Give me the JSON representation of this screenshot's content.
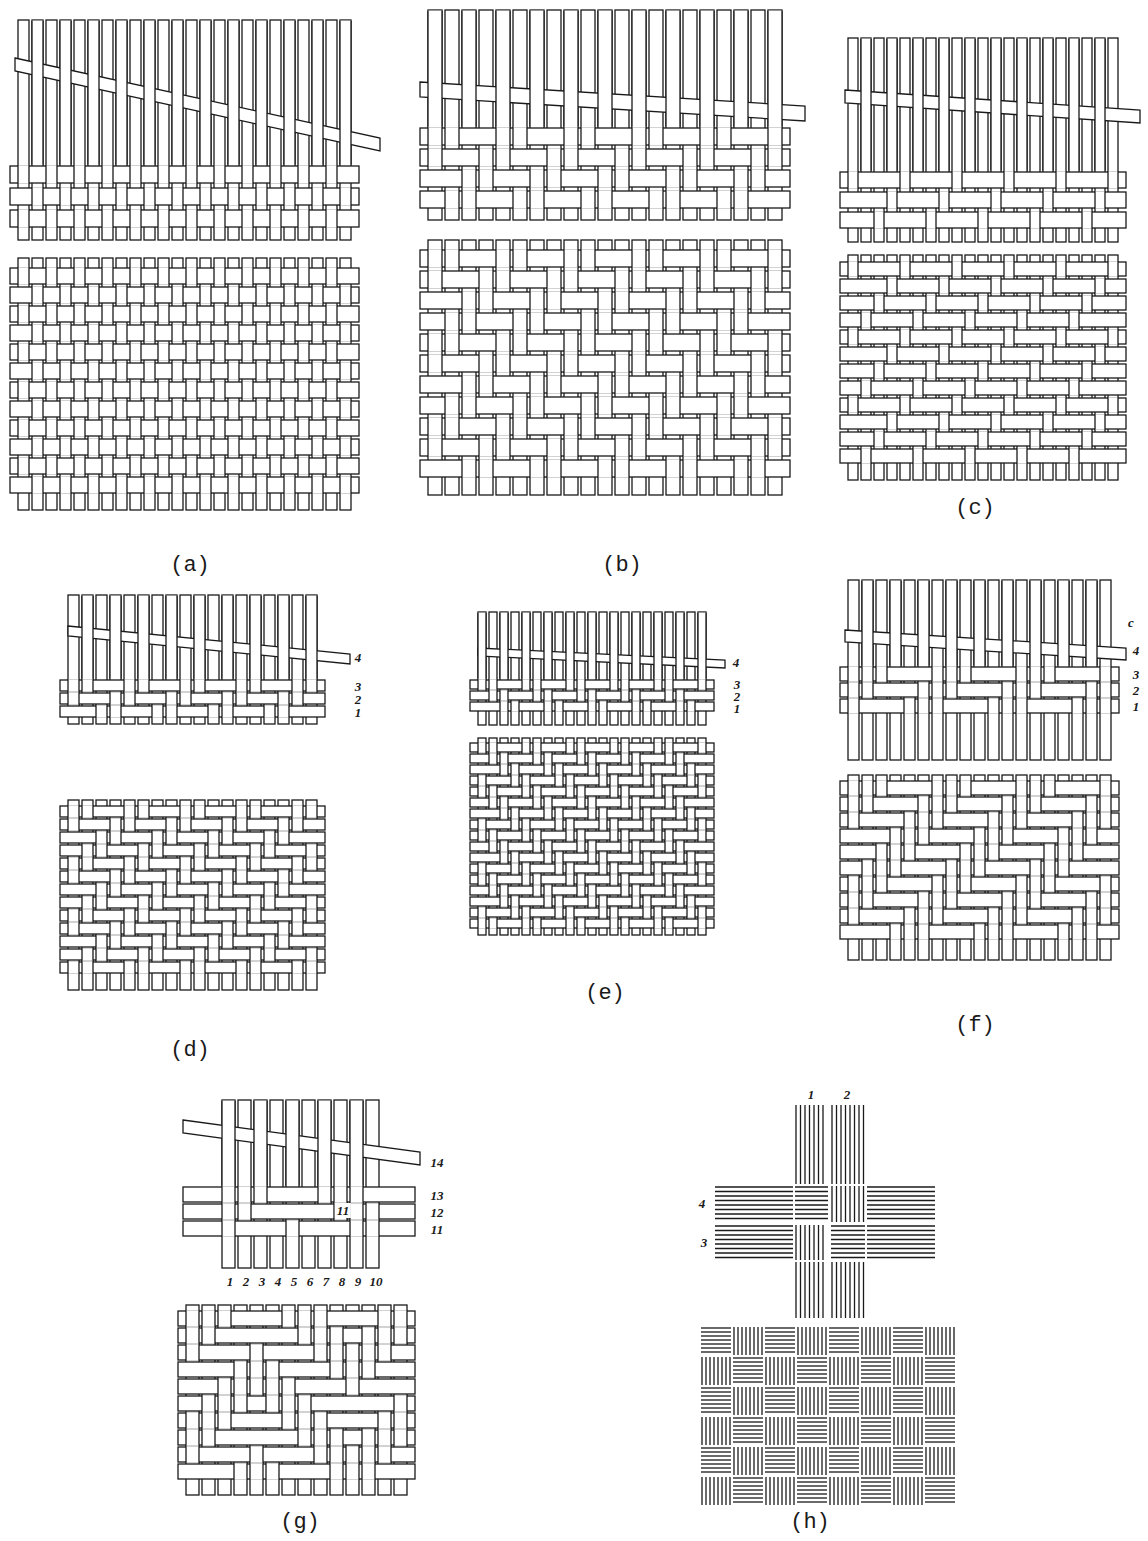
{
  "diagram": {
    "labels": [
      "(a)",
      "(b)",
      "(c)",
      "4",
      "3",
      "2",
      "1",
      "(d)",
      "4",
      "3",
      "2",
      "1",
      "(e)",
      "c",
      "4",
      "3",
      "2",
      "1",
      "(f)",
      "14",
      "13",
      "12",
      "11",
      "11",
      "1",
      "2",
      "3",
      "4",
      "5",
      "6",
      "7",
      "8",
      "9",
      "10",
      "(g)",
      "1",
      "2",
      "4",
      "3",
      "(h)"
    ]
  }
}
